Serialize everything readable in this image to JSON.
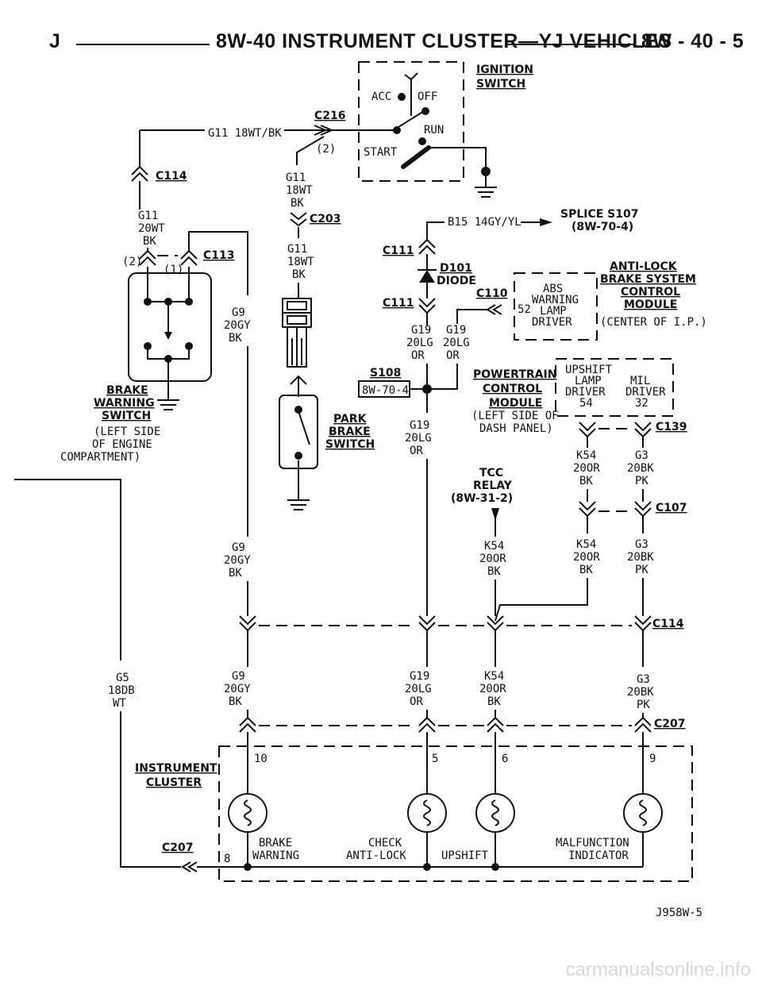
{
  "header": {
    "left": "J",
    "title": "8W-40 INSTRUMENT CLUSTER—YJ VEHICLES",
    "right": "8W - 40 - 5"
  },
  "components": {
    "ignition_switch": {
      "name1": "IGNITION",
      "name2": "SWITCH",
      "acc": "ACC",
      "off": "OFF",
      "run": "RUN",
      "start": "START"
    },
    "brake_warning_switch": {
      "name1": "BRAKE",
      "name2": "WARNING",
      "name3": "SWITCH",
      "loc1": "(LEFT SIDE",
      "loc2": "OF ENGINE",
      "loc3": "COMPARTMENT)"
    },
    "park_brake_switch": {
      "name1": "PARK",
      "name2": "BRAKE",
      "name3": "SWITCH"
    },
    "diode": {
      "name1": "D101",
      "name2": "DIODE"
    },
    "abs_module": {
      "name1": "ANTI-LOCK",
      "name2": "BRAKE SYSTEM",
      "name3": "CONTROL",
      "name4": "MODULE",
      "loc": "(CENTER OF I.P.)",
      "driver1": "ABS",
      "driver2": "WARNING",
      "driver3": "LAMP",
      "driver4": "DRIVER",
      "pin": "52"
    },
    "pcm": {
      "name1": "POWERTRAIN",
      "name2": "CONTROL",
      "name3": "MODULE",
      "loc1": "(LEFT SIDE OF",
      "loc2": "DASH PANEL)",
      "d1a": "UPSHIFT",
      "d1b": "LAMP",
      "d1c": "DRIVER",
      "d1pin": "54",
      "d2a": "MIL",
      "d2b": "DRIVER",
      "d2pin": "32"
    },
    "tcc_relay": {
      "name1": "TCC",
      "name2": "RELAY",
      "ref": "(8W-31-2)"
    },
    "splice": {
      "name": "SPLICE S107",
      "ref": "(8W-70-4)",
      "wire": "B15 14GY/YL"
    },
    "s108": {
      "name": "S108",
      "ref": "8W-70-4"
    },
    "cluster": {
      "name1": "INSTRUMENT",
      "name2": "CLUSTER",
      "pins": [
        "10",
        "5",
        "6",
        "9",
        "8"
      ],
      "lamps": [
        "BRAKE",
        "WARNING",
        "CHECK",
        "ANTI-LOCK",
        "UPSHIFT",
        "MALFUNCTION",
        "INDICATOR"
      ]
    }
  },
  "connectors": [
    "C216",
    "C114",
    "C203",
    "C113",
    "C111",
    "C111",
    "C110",
    "C139",
    "C107",
    "C114",
    "C207",
    "C207"
  ],
  "conn_pins": [
    "(2)",
    "(2)",
    "(1)"
  ],
  "wires": {
    "g11_top": "G11 18WT/BK",
    "g11_a": [
      "G11",
      "18WT",
      "BK"
    ],
    "g11_b": [
      "G11",
      "20WT",
      "BK"
    ],
    "g11_c": [
      "G11",
      "18WT",
      "BK"
    ],
    "g9_a": [
      "G9",
      "20GY",
      "BK"
    ],
    "g9_b": [
      "G9",
      "20GY",
      "BK"
    ],
    "g9_c": [
      "G9",
      "20GY",
      "BK"
    ],
    "g19_l": [
      "G19",
      "20LG",
      "OR"
    ],
    "g19_r": [
      "G19",
      "20LG",
      "OR"
    ],
    "g19_b": [
      "G19",
      "20LG",
      "OR"
    ],
    "g19_c": [
      "G19",
      "20LG",
      "OR"
    ],
    "k54_a": [
      "K54",
      "20OR",
      "BK"
    ],
    "k54_b": [
      "K54",
      "20OR",
      "BK"
    ],
    "k54_c": [
      "K54",
      "20OR",
      "BK"
    ],
    "k54_d": [
      "K54",
      "20OR",
      "BK"
    ],
    "g3_a": [
      "G3",
      "20BK",
      "PK"
    ],
    "g3_b": [
      "G3",
      "20BK",
      "PK"
    ],
    "g3_c": [
      "G3",
      "20BK",
      "PK"
    ],
    "g5": [
      "G5",
      "18DB",
      "WT"
    ]
  },
  "figure_id": "J958W-5",
  "watermark": "carmanualsonline.info"
}
